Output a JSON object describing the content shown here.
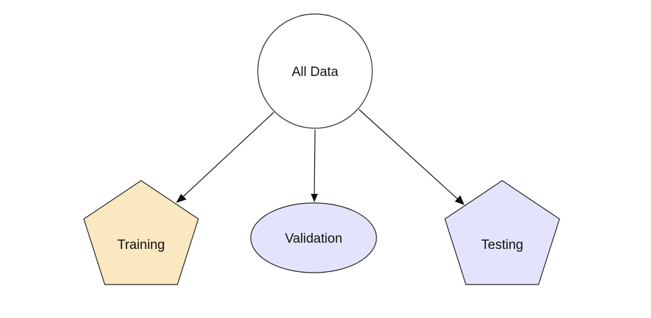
{
  "nodes": {
    "all_data": {
      "label": "All Data",
      "fill": "#ffffff",
      "stroke": "#222222",
      "shape": "circle"
    },
    "training": {
      "label": "Training",
      "fill": "#f9e8c0",
      "stroke": "#222222",
      "shape": "pentagon"
    },
    "validation": {
      "label": "Validation",
      "fill": "#e3e3fb",
      "stroke": "#222222",
      "shape": "ellipse"
    },
    "testing": {
      "label": "Testing",
      "fill": "#e3e3fb",
      "stroke": "#222222",
      "shape": "pentagon"
    }
  },
  "edges": [
    {
      "from": "All Data",
      "to": "Training"
    },
    {
      "from": "All Data",
      "to": "Validation"
    },
    {
      "from": "All Data",
      "to": "Testing"
    }
  ]
}
